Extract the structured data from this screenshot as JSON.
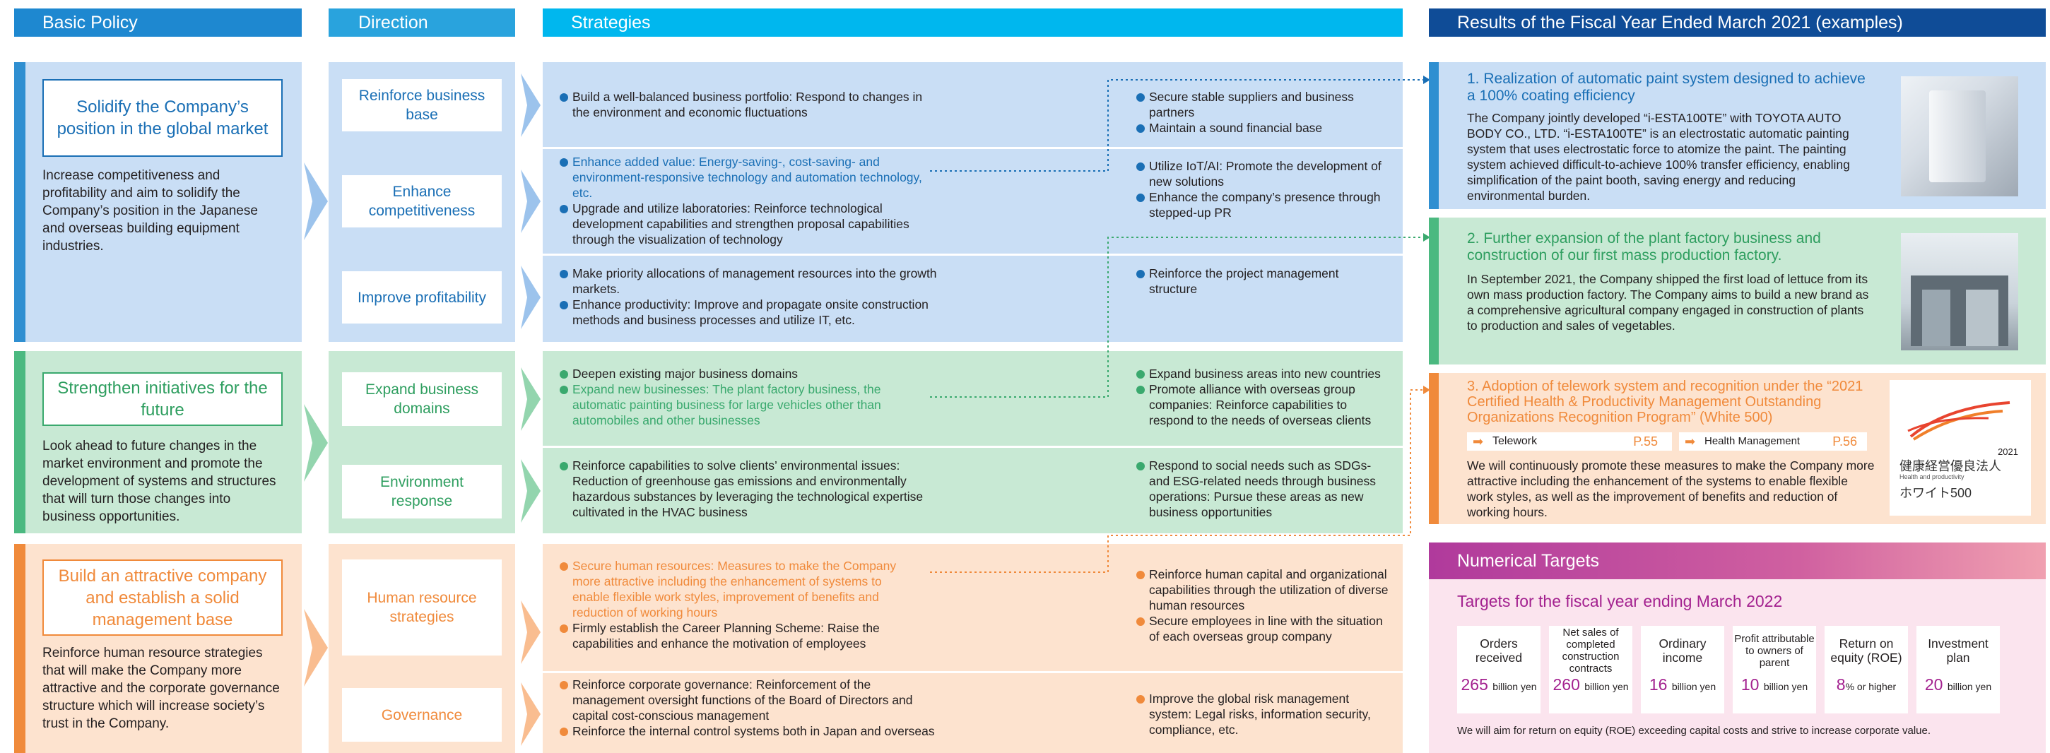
{
  "headers": {
    "basic_policy": "Basic Policy",
    "direction": "Direction",
    "strategies": "Strategies",
    "results": "Results of the Fiscal Year Ended March 2021 (examples)"
  },
  "policies": [
    {
      "title": "Solidify the Company’s position in the global market",
      "text": "Increase competitiveness and profitability and aim to solidify the Company’s position in the Japanese and overseas building equipment industries."
    },
    {
      "title": "Strengthen initiatives for the future",
      "text": "Look ahead to future changes in the market environment and promote the development of systems and structures that will turn those changes into business opportunities."
    },
    {
      "title": "Build an attractive company and establish a solid management base",
      "text": "Reinforce human resource strategies that will make the Company more attractive and the corporate governance structure which will increase society’s trust in the Company."
    }
  ],
  "directions": [
    "Reinforce business base",
    "Enhance competitiveness",
    "Improve profitability",
    "Expand business domains",
    "Environment response",
    "Human resource strategies",
    "Governance"
  ],
  "strategies": [
    {
      "left": [
        "Build a well-balanced business portfolio: Respond to changes in the environment and economic fluctuations"
      ],
      "right": [
        "Secure stable suppliers and business partners",
        "Maintain a sound financial base"
      ]
    },
    {
      "left_hl": "Enhance added value: Energy-saving-, cost-saving- and environment-responsive technology and automation technology, etc.",
      "left": [
        "Upgrade and utilize laboratories: Reinforce technological development capabilities and strengthen proposal capabilities through the visualization of technology"
      ],
      "right": [
        "Utilize IoT/AI: Promote the development of new solutions",
        "Enhance the company’s presence through stepped-up PR"
      ]
    },
    {
      "left": [
        "Make priority allocations of management resources into the growth markets.",
        "Enhance productivity: Improve and propagate onsite construction methods and business processes and utilize IT, etc."
      ],
      "right": [
        "Reinforce the project management structure"
      ]
    },
    {
      "left_pre": "Deepen existing major business domains",
      "left_hl": "Expand new businesses: The plant factory business, the automatic painting business for large vehicles other than automobiles and other businesses",
      "right": [
        "Expand business areas into new countries",
        "Promote alliance with overseas group companies: Reinforce capabilities to respond to the needs of overseas clients"
      ]
    },
    {
      "left": [
        "Reinforce capabilities to solve clients’ environmental issues: Reduction of greenhouse gas emissions and environmentally hazardous substances by leveraging the technological expertise cultivated in the HVAC business"
      ],
      "right": [
        "Respond to social needs such as SDGs- and ESG-related needs through business operations: Pursue these areas as new business opportunities"
      ]
    },
    {
      "left_hl": "Secure human resources: Measures to make the Company more attractive including the enhancement of systems to enable flexible work styles, improvement of benefits and reduction of working hours",
      "left": [
        "Firmly establish the Career Planning Scheme: Raise the capabilities and enhance the motivation of employees"
      ],
      "right": [
        "Reinforce human capital and organizational capabilities through the utilization of diverse human resources",
        "Secure employees in line with the situation of each overseas group company"
      ]
    },
    {
      "left": [
        "Reinforce corporate governance: Reinforcement of the management oversight functions of the Board of Directors and capital cost-conscious management",
        "Reinforce the internal control systems both in Japan and overseas"
      ],
      "right": [
        "Improve the global risk management system: Legal risks, information security, compliance, etc."
      ]
    }
  ],
  "results": [
    {
      "title": "1. Realization of automatic paint system designed to achieve a 100% coating efficiency",
      "body": "The Company jointly developed “i-ESTA100TE” with TOYOTA AUTO BODY CO., LTD. “i-ESTA100TE” is an electrostatic automatic painting system that uses electrostatic force to atomize the paint. The painting system achieved difficult-to-achieve 100% transfer efficiency, enabling simplification of the paint booth, saving energy and reducing environmental burden."
    },
    {
      "title": "2. Further expansion of the plant factory business and construction of our first mass production factory.",
      "body": "In September 2021, the Company shipped the first load of lettuce from its own mass production factory. The Company aims to build a new brand as a comprehensive agricultural company engaged in construction of plants to production and sales of vegetables."
    },
    {
      "title": "3. Adoption of telework system and recognition under the “2021 Certified Health & Productivity Management Outstanding Organizations Recognition Program” (White 500)",
      "tags": [
        {
          "label": "Telework",
          "page": "P.55"
        },
        {
          "label": "Health Management",
          "page": "P.56"
        }
      ],
      "body": "We will continuously promote these measures to make the Company more attractive including the enhancement of the systems to enable flexible work styles, as well as the improvement of benefits and reduction of working hours.",
      "logo": {
        "year": "2021",
        "jp": "健康経営優良法人",
        "en": "Health and productivity",
        "white": "ホワイト500"
      }
    }
  ],
  "numerical": {
    "title": "Numerical Targets",
    "subtitle": "Targets for the fiscal year ending March 2022",
    "items": [
      {
        "label": "Orders received",
        "value": "265",
        "unit": "billion yen"
      },
      {
        "label": "Net sales of completed construction contracts",
        "value": "260",
        "unit": "billion yen"
      },
      {
        "label": "Ordinary income",
        "value": "16",
        "unit": "billion yen"
      },
      {
        "label": "Profit attributable to owners of parent",
        "value": "10",
        "unit": "billion yen"
      },
      {
        "label": "Return on equity (ROE)",
        "value": "8",
        "unit": "% or higher"
      },
      {
        "label": "Investment plan",
        "value": "20",
        "unit": "billion yen"
      }
    ],
    "note": "We will aim for return on equity (ROE) exceeding capital costs and strive to increase corporate value."
  }
}
